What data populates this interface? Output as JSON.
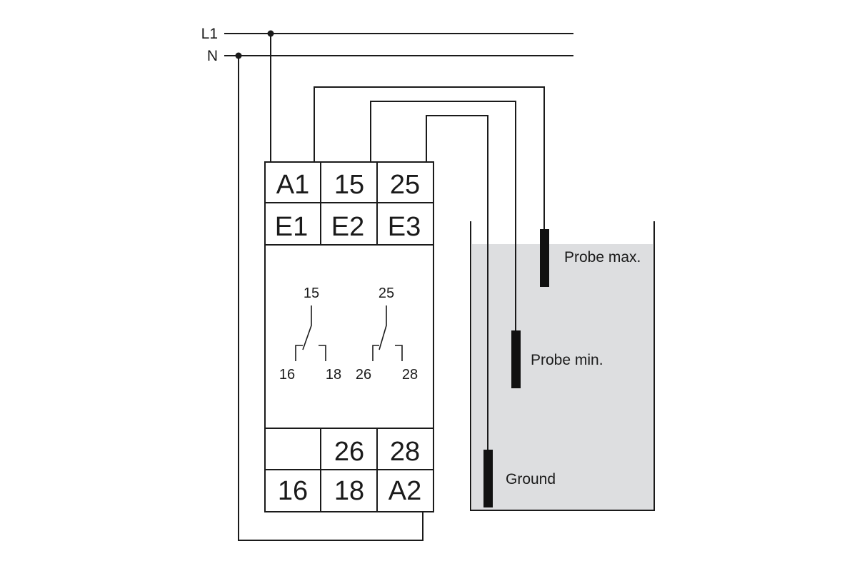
{
  "supply": {
    "l1": "L1",
    "n": "N"
  },
  "relay": {
    "top_row": [
      "A1",
      "15",
      "25"
    ],
    "second_row": [
      "E1",
      "E2",
      "E3"
    ],
    "bottom_upper_row": [
      "",
      "26",
      "28"
    ],
    "bottom_row": [
      "16",
      "18",
      "A2"
    ],
    "contact_1": {
      "common": "15",
      "nc": "16",
      "no": "18"
    },
    "contact_2": {
      "common": "25",
      "nc": "26",
      "no": "28"
    }
  },
  "tank": {
    "probe_max": "Probe max.",
    "probe_min": "Probe min.",
    "ground": "Ground"
  },
  "colors": {
    "line": "#1a1a1a",
    "liquid": "#dddee0",
    "probe": "#111111"
  }
}
